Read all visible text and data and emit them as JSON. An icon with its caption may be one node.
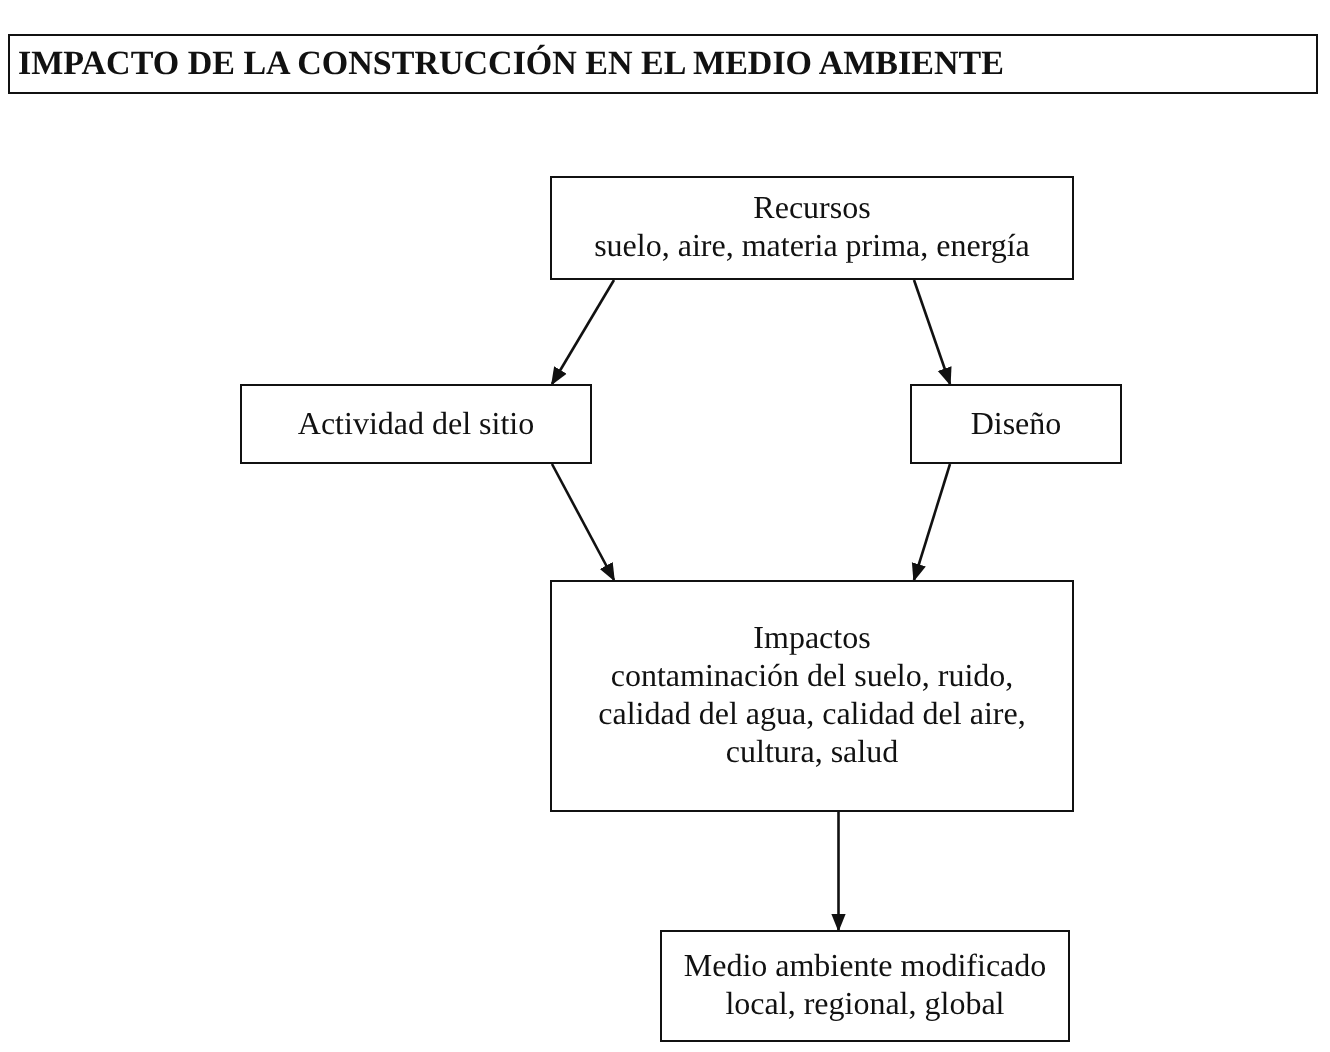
{
  "diagram": {
    "title": "IMPACTO DE LA CONSTRUCCIÓN EN EL MEDIO AMBIENTE",
    "nodes": [
      {
        "text": [
          "Recursos",
          "suelo, aire, materia prima, energía"
        ]
      },
      {
        "text": [
          "Actividad del sitio"
        ]
      },
      {
        "text": [
          "Diseño"
        ]
      },
      {
        "text": [
          "Impactos",
          "contaminación del suelo, ruido, calidad del agua, calidad del aire, cultura, salud"
        ]
      },
      {
        "text": [
          "Medio ambiente modificado",
          "local, regional, global"
        ]
      }
    ],
    "edges": [
      {
        "from": 0,
        "to": 1,
        "arrow": "to"
      },
      {
        "from": 0,
        "to": 2,
        "arrow": "to"
      },
      {
        "from": 1,
        "to": 3,
        "arrow": "to"
      },
      {
        "from": 2,
        "to": 3,
        "arrow": "to"
      },
      {
        "from": 3,
        "to": 4,
        "arrow": "to"
      }
    ]
  }
}
